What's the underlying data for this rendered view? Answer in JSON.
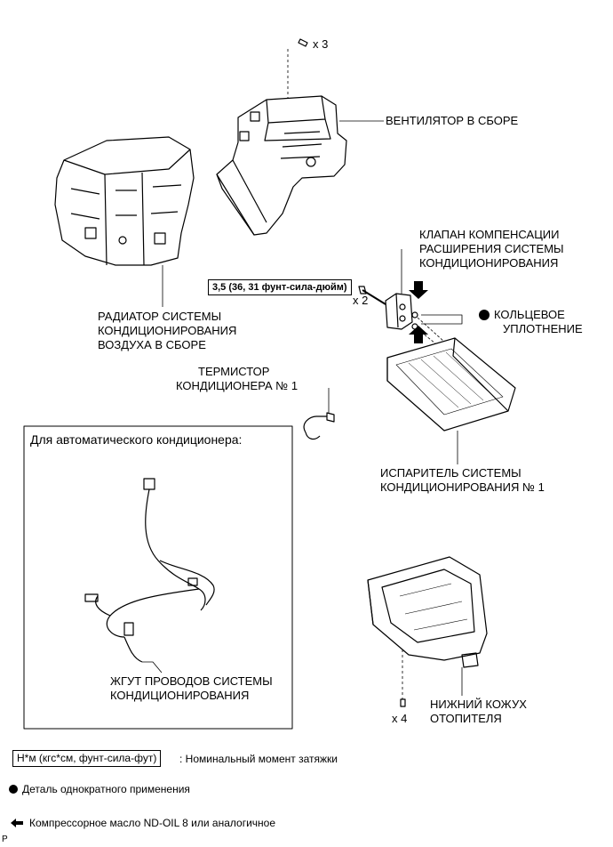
{
  "parts": {
    "blower": "ВЕНТИЛЯТОР В СБОРЕ",
    "blower_qty": "x 3",
    "radiator": [
      "РАДИАТОР СИСТЕМЫ",
      "КОНДИЦИОНИРОВАНИЯ",
      "ВОЗДУХА В СБОРЕ"
    ],
    "valve": [
      "КЛАПАН КОМПЕНСАЦИИ",
      "РАСШИРЕНИЯ СИСТЕМЫ",
      "КОНДИЦИОНИРОВАНИЯ"
    ],
    "torque": "3,5 (36, 31 фунт-сила-дюйм)",
    "bolt_qty": "x 2",
    "o_ring": [
      "КОЛЬЦЕВОЕ",
      "УПЛОТНЕНИЕ"
    ],
    "thermistor": [
      "ТЕРМИСТОР",
      "КОНДИЦИОНЕРА № 1"
    ],
    "evaporator": [
      "ИСПАРИТЕЛЬ СИСТЕМЫ",
      "КОНДИЦИОНИРОВАНИЯ № 1"
    ],
    "lower_case": [
      "НИЖНИЙ КОЖУХ",
      "ОТОПИТЕЛЯ"
    ],
    "screw_qty": "x 4"
  },
  "inset": {
    "title": "Для автоматического кондиционера:",
    "harness": [
      "ЖГУТ ПРОВОДОВ СИСТЕМЫ",
      "КОНДИЦИОНИРОВАНИЯ"
    ]
  },
  "legend": {
    "torque_box": "Н*м (кгс*см, фунт-сила-фут)",
    "torque_desc": ": Номинальный момент затяжки",
    "single_use": "Деталь однократного применения",
    "oil": "Компрессорное масло ND-OIL 8 или аналогичное"
  },
  "corner_mark": "P"
}
